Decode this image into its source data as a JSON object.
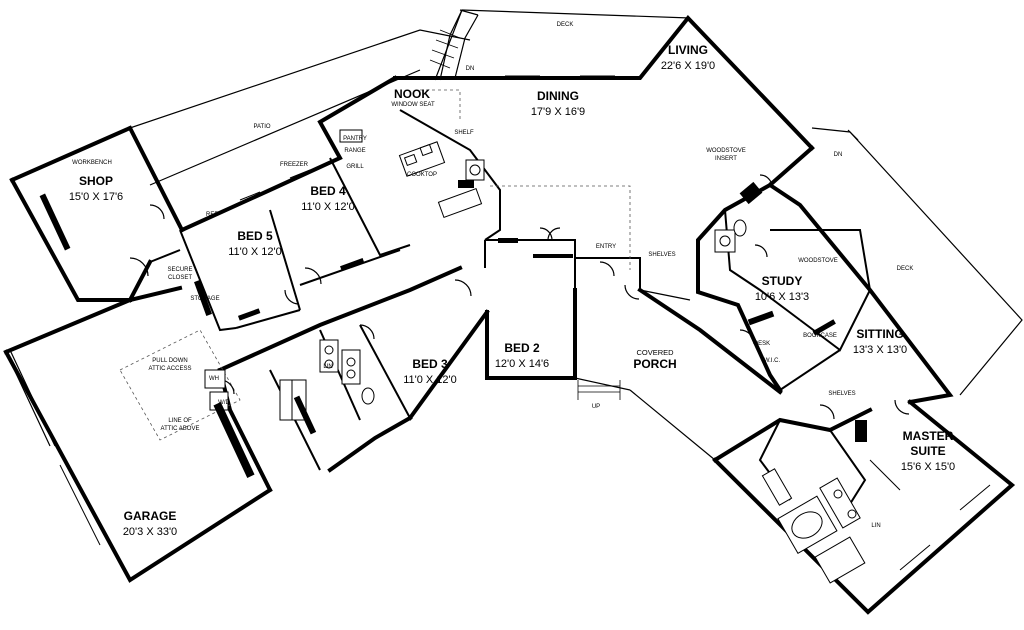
{
  "rooms": {
    "living": {
      "name": "LIVING",
      "dims": "22'6 X 19'0"
    },
    "dining": {
      "name": "DINING",
      "dims": "17'9 X 16'9"
    },
    "nook": {
      "name": "NOOK"
    },
    "shop": {
      "name": "SHOP",
      "dims": "15'0 X 17'6"
    },
    "bed4": {
      "name": "BED 4",
      "dims": "11'0 X 12'0"
    },
    "bed5": {
      "name": "BED 5",
      "dims": "11'0 X 12'0"
    },
    "bed3": {
      "name": "BED 3",
      "dims": "11'0 X 12'0"
    },
    "bed2": {
      "name": "BED 2",
      "dims": "12'0 X 14'6"
    },
    "study": {
      "name": "STUDY",
      "dims": "10'6 X 13'3"
    },
    "sitting": {
      "name": "SITTING",
      "dims": "13'3 X 13'0"
    },
    "master": {
      "name_line1": "MASTER",
      "name_line2": "SUITE",
      "dims": "15'6 X 15'0"
    },
    "garage": {
      "name": "GARAGE",
      "dims": "20'3 X 33'0"
    },
    "porch": {
      "name_line1": "COVERED",
      "name_line2": "PORCH"
    }
  },
  "labels": {
    "deck_top": "DECK",
    "deck_right": "DECK",
    "patio": "PATIO",
    "dn_top": "DN",
    "dn_right": "DN",
    "up": "UP",
    "entry": "ENTRY",
    "shelves_entry": "SHELVES",
    "shelves_master": "SHELVES",
    "woodstove_insert_1": "WOODSTOVE",
    "woodstove_insert_2": "INSERT",
    "woodstove": "WOODSTOVE",
    "workbench": "WORKBENCH",
    "secure_closet_1": "SECURE",
    "secure_closet_2": "CLOSET",
    "pull_down_1": "PULL DOWN",
    "pull_down_2": "ATTIC ACCESS",
    "line_of_attic_1": "LINE OF",
    "line_of_attic_2": "ATTIC ABOVE",
    "pantry": "PANTRY",
    "range": "RANGE",
    "grill": "GRILL",
    "cooktop": "COOKTOP",
    "shelf": "SHELF",
    "window_seat": "WINDOW SEAT",
    "storage": "STORAGE",
    "wh": "WH",
    "lin": "LIN",
    "wd": "W/D",
    "ref": "REF",
    "freezer": "FREEZER",
    "bookcase": "BOOKCASE",
    "desk": "DESK",
    "wic": "W.I.C."
  }
}
